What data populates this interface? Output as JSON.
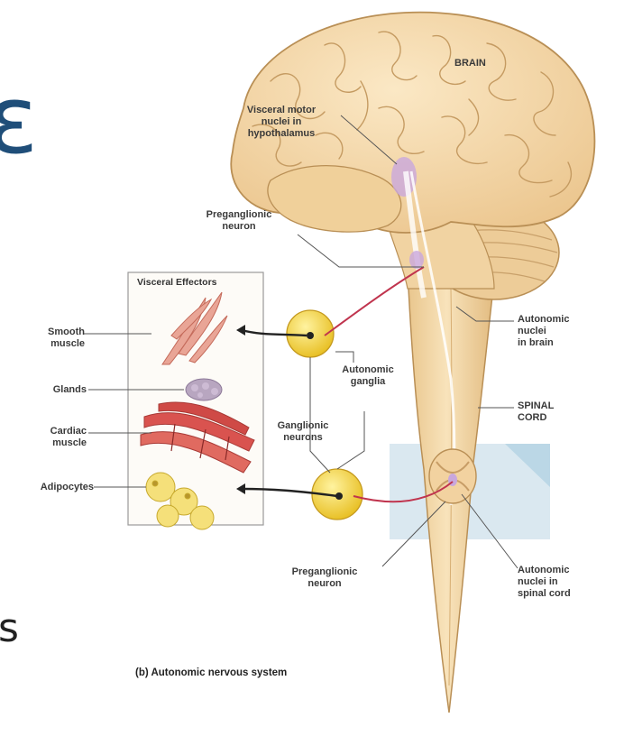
{
  "slide_fragments": {
    "top_glyph": "ε",
    "bottom_glyph": "s"
  },
  "colors": {
    "brain_fill": "#f4dcae",
    "brain_stroke": "#b98f55",
    "cord_fill": "#f6ddb0",
    "ganglion_fill": "#f3d23a",
    "nucleus_purple": "#c9a7dd",
    "axon_red": "#c0344e",
    "plane_blue": "#bcd6e3",
    "muscle_red": "#d9534f",
    "smooth_muscle": "#e59a8c",
    "gland_purple": "#b8a6c0",
    "adipocyte_yellow": "#f5e07a"
  },
  "labels": {
    "brain": "BRAIN",
    "visceral_motor": [
      "Visceral motor",
      "nuclei in",
      "hypothalamus"
    ],
    "preganglionic_top": [
      "Preganglionic",
      "neuron"
    ],
    "visceral_effectors": "Visceral Effectors",
    "smooth_muscle": [
      "Smooth",
      "muscle"
    ],
    "glands": "Glands",
    "cardiac_muscle": [
      "Cardiac",
      "muscle"
    ],
    "adipocytes": "Adipocytes",
    "autonomic_ganglia": [
      "Autonomic",
      "ganglia"
    ],
    "ganglionic_neurons": [
      "Ganglionic",
      "neurons"
    ],
    "autonomic_nuclei_brain": [
      "Autonomic",
      "nuclei",
      "in brain"
    ],
    "spinal_cord": [
      "SPINAL",
      "CORD"
    ],
    "preganglionic_bottom": [
      "Preganglionic",
      "neuron"
    ],
    "autonomic_nuclei_cord": [
      "Autonomic",
      "nuclei in",
      "spinal cord"
    ]
  },
  "caption": "(b) Autonomic nervous system"
}
